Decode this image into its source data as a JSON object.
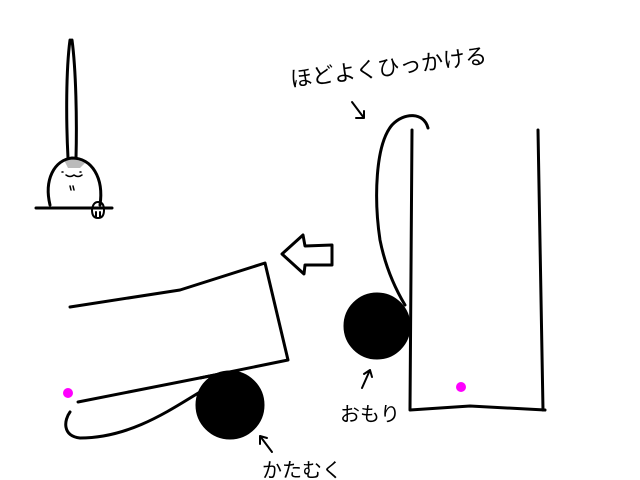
{
  "labels": {
    "hook": "ほどよくひっかける",
    "weight": "おもり",
    "tilt": "かたむく"
  },
  "colors": {
    "ink": "#000000",
    "marker": "#ff00ff",
    "shade": "#bbbbbb"
  }
}
